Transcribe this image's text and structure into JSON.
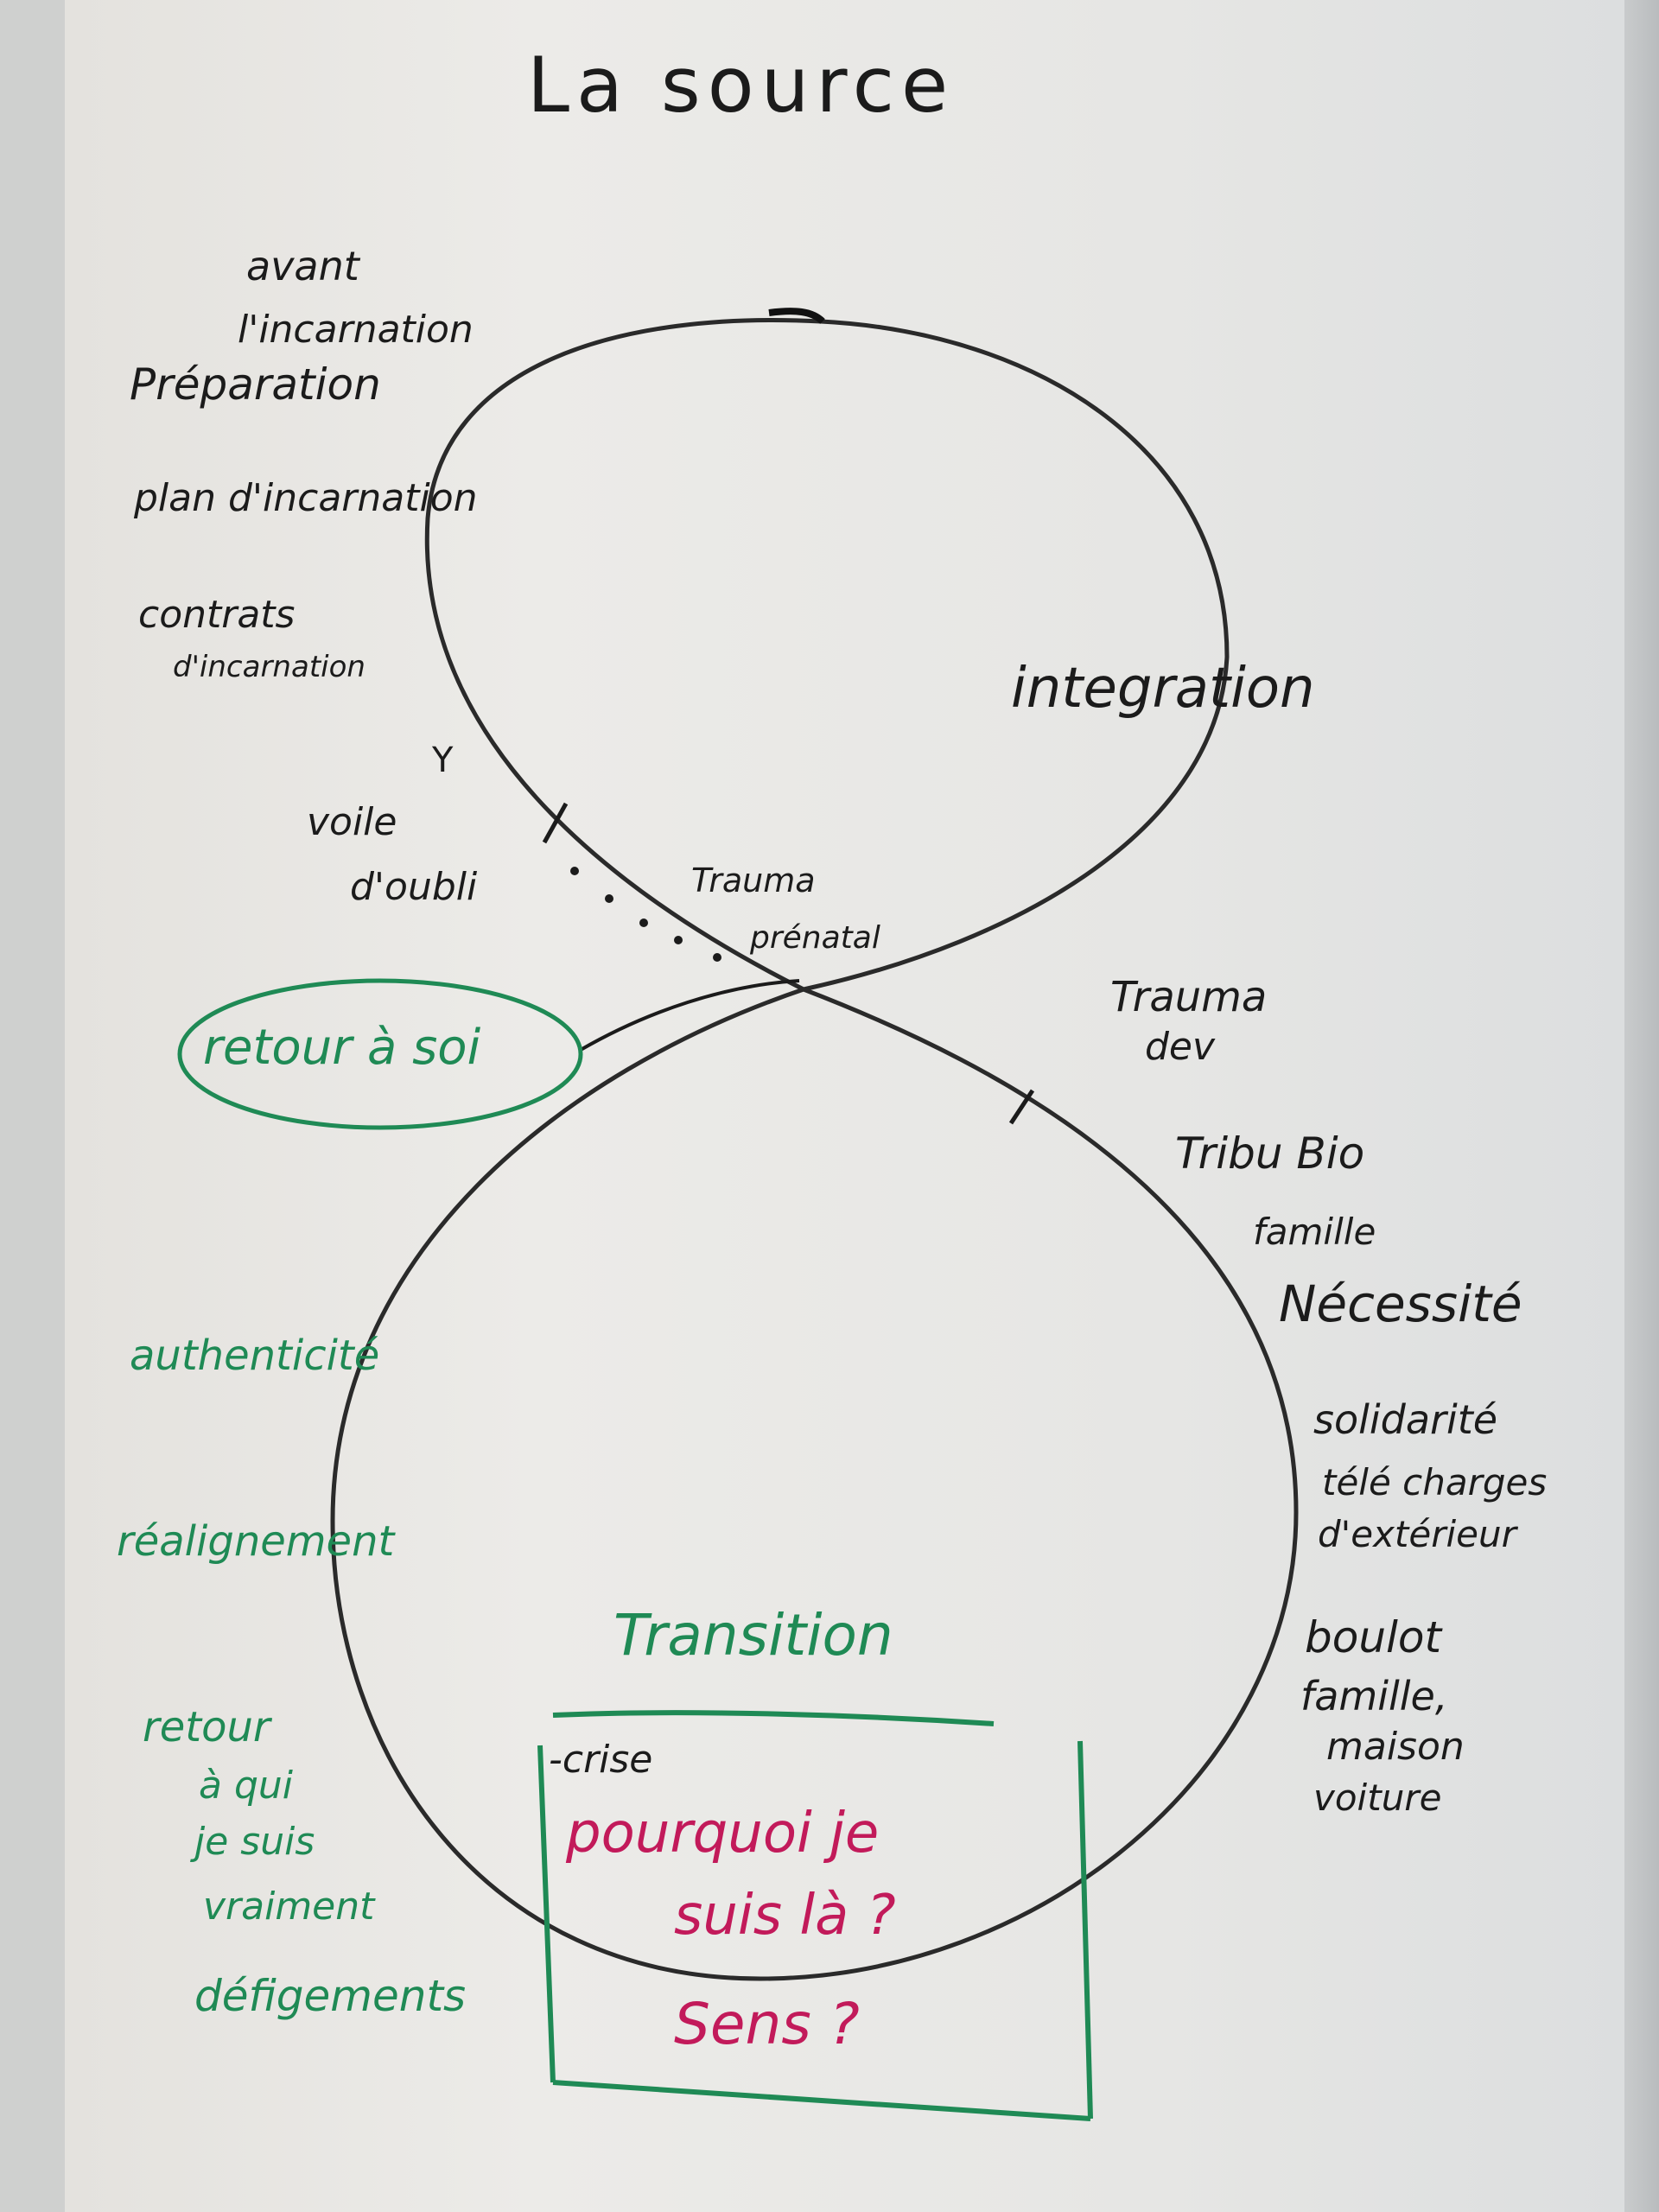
{
  "title": "La source",
  "upper_left": {
    "avant": "avant",
    "incarnation": "l'incarnation",
    "preparation": "Préparation",
    "plan": "plan d'incarnation",
    "contrats": "contrats",
    "contrats_sub": "d'incarnation",
    "mark": "Y",
    "voile": "voile",
    "oubli": "d'oubli"
  },
  "upper_loop_label": "integration",
  "crossing": {
    "line1": "Trauma",
    "line2": "prénatal"
  },
  "retour_a_soi": "retour à soi",
  "right_notes": {
    "trauma": "Trauma",
    "dev": "dev",
    "tribu": "Tribu Bio",
    "famille": "famille",
    "necessite": "Nécessité",
    "solidarite": "solidarité",
    "telecharges": "télé charges",
    "exterieur": "d'extérieur",
    "boulot": "boulot",
    "famille2": "famille,",
    "maison": "maison",
    "voiture": "voiture"
  },
  "left_green": {
    "authenticite": "authenticité",
    "realignement": "réalignement",
    "retour": "retour",
    "a_qui": "à qui",
    "je_suis": "je suis",
    "vraiment": "vraiment",
    "defigements": "défigements"
  },
  "transition": "Transition",
  "box": {
    "crise": "-crise",
    "q1": "pourquoi je",
    "q2": "suis là ?",
    "q3": "Sens ?"
  },
  "colors": {
    "ink": "#1b1b1b",
    "green": "#1f8a55",
    "red": "#c21a5a"
  }
}
